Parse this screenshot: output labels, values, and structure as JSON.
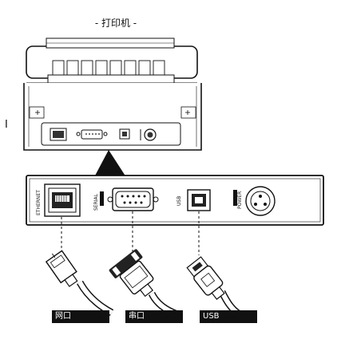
{
  "title": "- 打印机 -",
  "panel": {
    "ethernet_label": "ETHERNET",
    "serial_label": "SERIAL",
    "usb_label": "USB",
    "power_label": "POWER"
  },
  "cables": {
    "network": "网口",
    "serial": "串口",
    "usb": "USB"
  },
  "side_mark": "I"
}
